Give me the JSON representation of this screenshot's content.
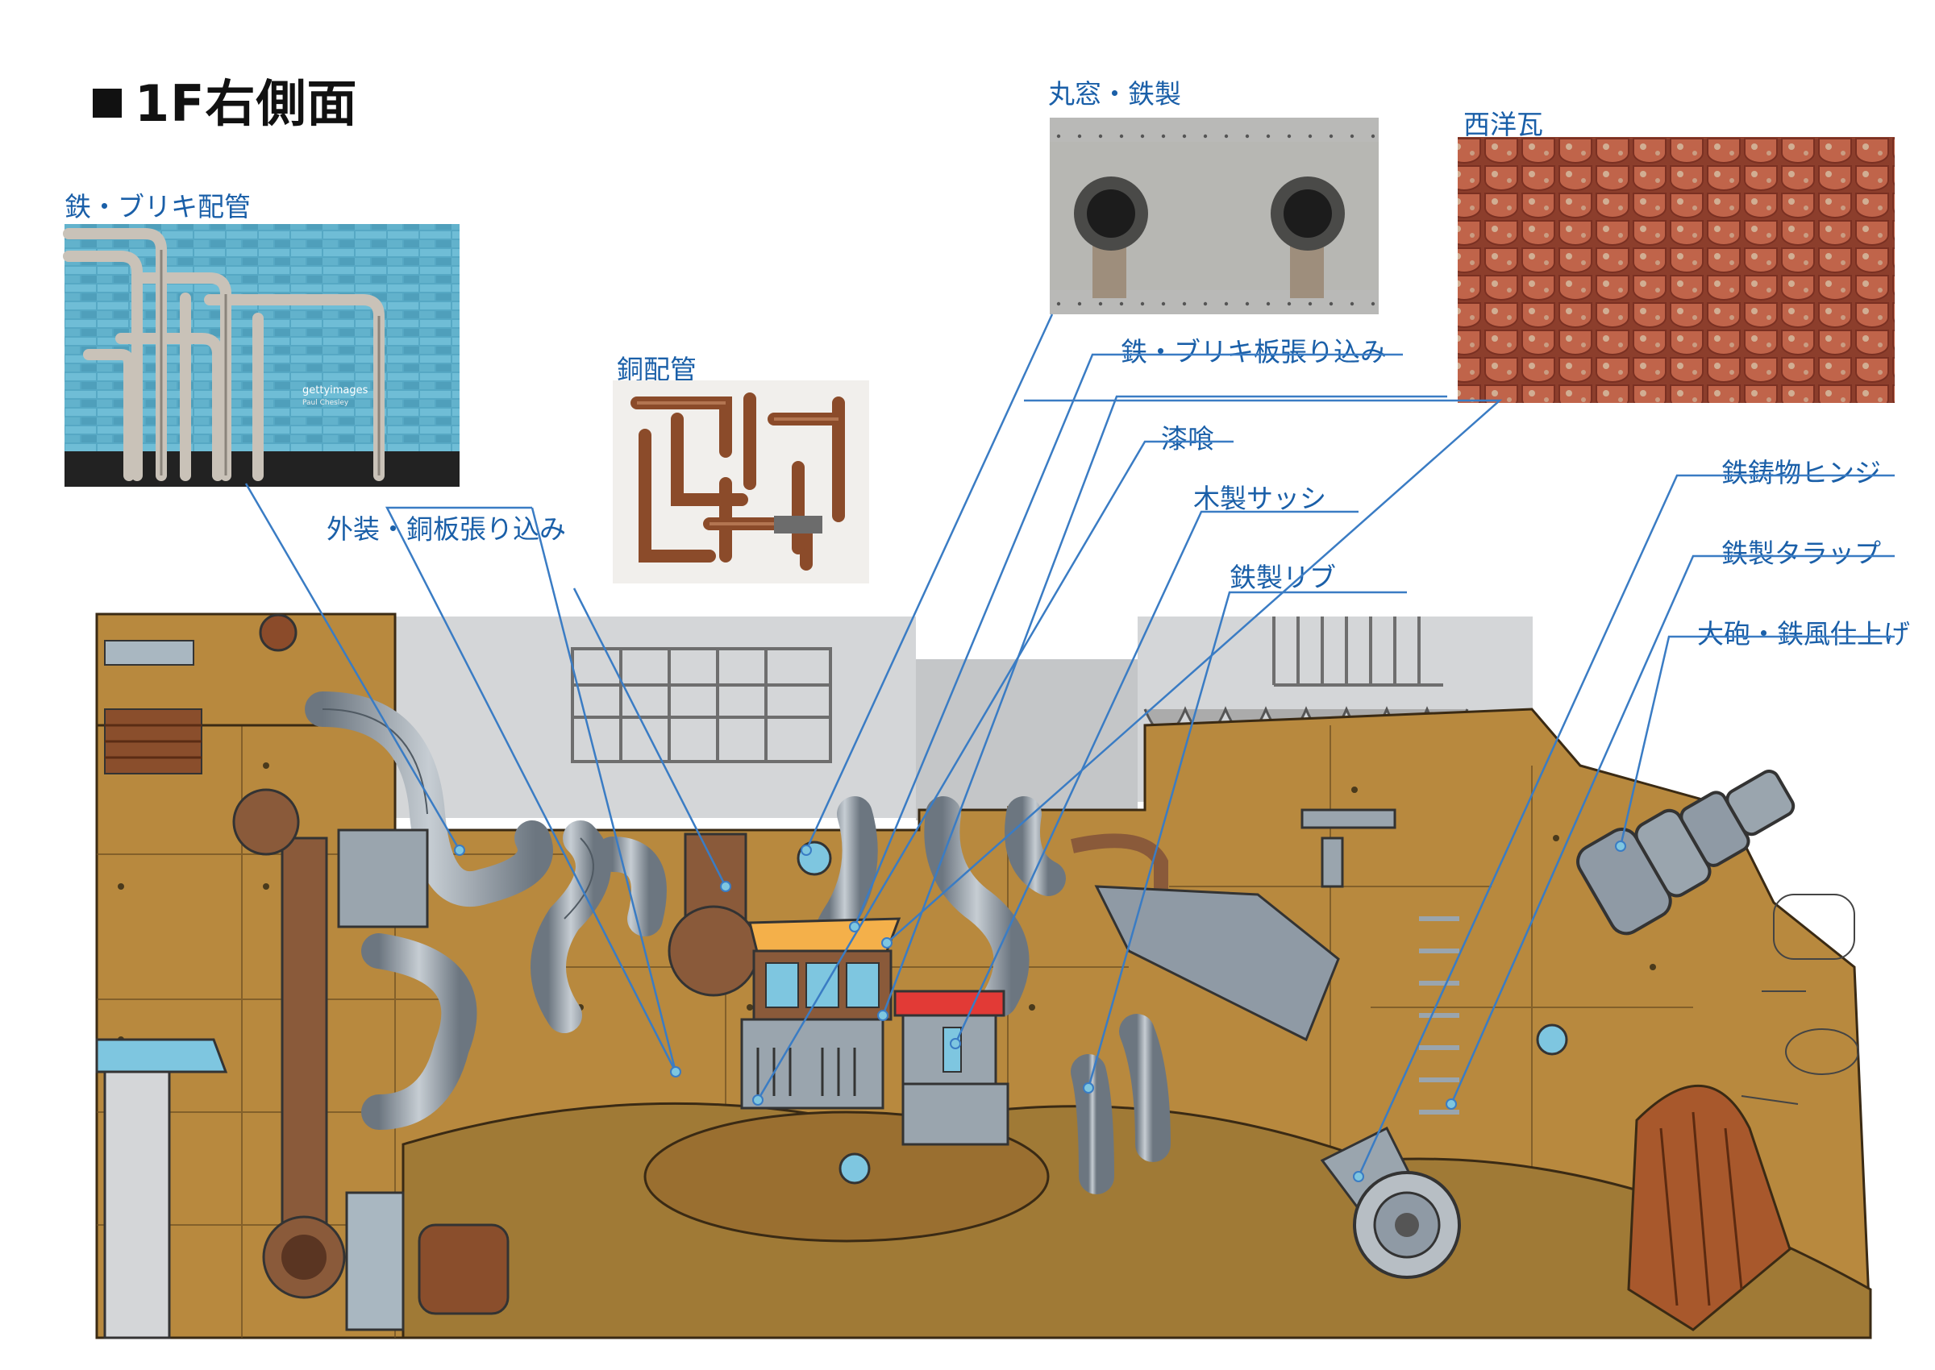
{
  "title": "1F右側面",
  "labels": {
    "iron_tin_piping": "鉄・ブリキ配管",
    "copper_piping": "銅配管",
    "round_window_iron": "丸窓・鉄製",
    "western_tile": "西洋瓦",
    "exterior_copper_plate": "外装・銅板張り込み",
    "iron_tin_plate": "鉄・ブリキ板張り込み",
    "plaster": "漆喰",
    "wooden_sash": "木製サッシ",
    "iron_rib": "鉄製リブ",
    "cast_iron_hinge": "鉄鋳物ヒンジ",
    "iron_ladder": "鉄製タラップ",
    "cannon_iron_finish": "大砲・鉄風仕上げ"
  },
  "photo_caption": {
    "line1": "gettyimages",
    "line2": "Paul Chesley"
  },
  "colors": {
    "label_blue": "#1a5fa8",
    "leader_line": "#3a7cc4",
    "brass": "#b8893e",
    "pipe_grey": "#8f9aa5",
    "copper": "#8a5a3a",
    "tile_red": "#b5533a",
    "wall_grey": "#d4d6d8",
    "sky_blue": "#7ec6e0"
  }
}
